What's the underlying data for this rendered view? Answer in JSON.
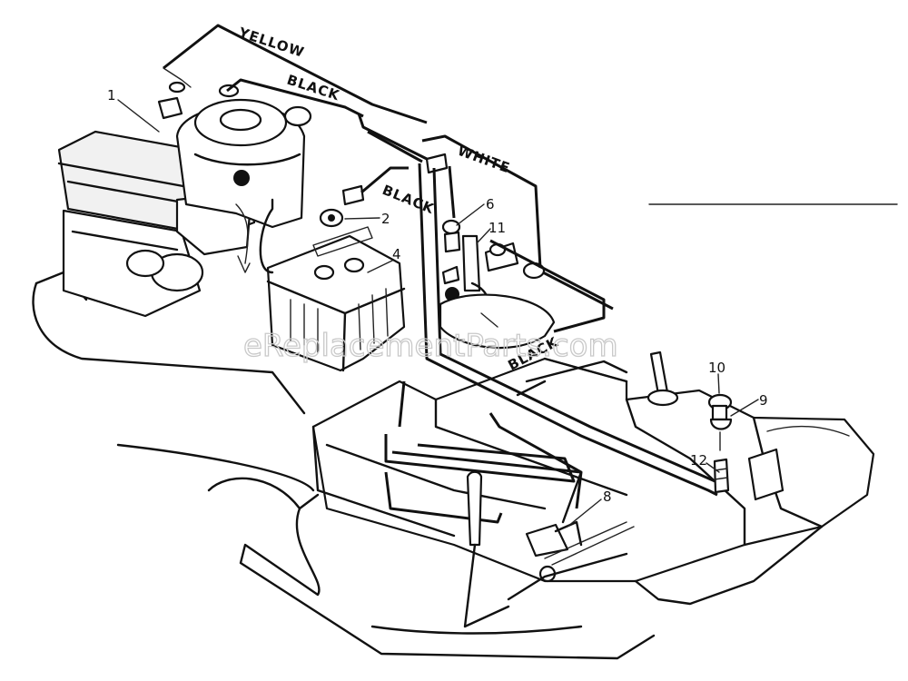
{
  "wire_labels": {
    "yellow": "YELLOW",
    "black_top": "BLACK",
    "white": "WHITE",
    "black_mid": "BLACK",
    "black_lower": "BLACK"
  },
  "callouts": {
    "c1": "1",
    "c2": "2",
    "c4": "4",
    "c6": "6",
    "c11": "11",
    "c10": "10",
    "c9": "9",
    "c12": "12",
    "c8": "8"
  },
  "watermark": "eReplacementParts.com",
  "colors": {
    "ink": "#111111",
    "paper": "#ffffff",
    "watermark": "#c9c9c9"
  }
}
